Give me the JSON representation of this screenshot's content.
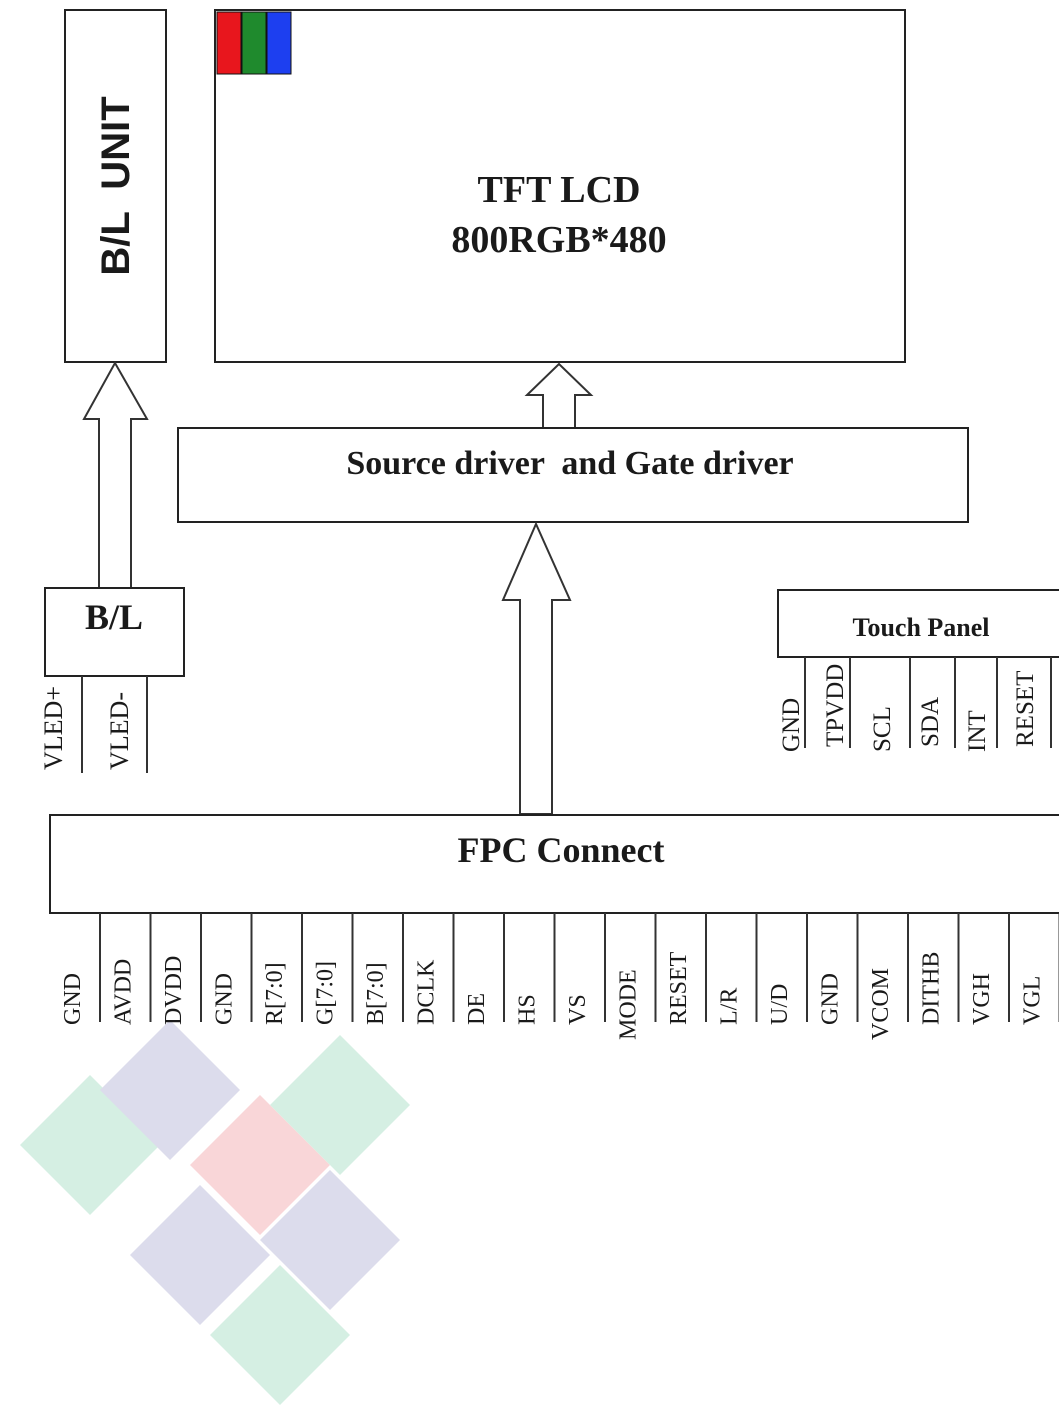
{
  "backlight_unit": {
    "label": "B/L  UNIT"
  },
  "lcd": {
    "title": "TFT LCD",
    "resolution": "800RGB*480"
  },
  "subpixels": [
    {
      "name": "red-subpixel",
      "color": "#e8161d"
    },
    {
      "name": "green-subpixel",
      "color": "#1f8a2d"
    },
    {
      "name": "blue-subpixel",
      "color": "#1d3ff0"
    }
  ],
  "driver": {
    "label": "Source driver  and Gate driver"
  },
  "backlight": {
    "label": "B/L",
    "pins": [
      "VLED+",
      "VLED-"
    ]
  },
  "touch_panel": {
    "label": "Touch Panel",
    "pins": [
      "GND",
      "TPVDD",
      "SCL",
      "SDA",
      "INT",
      "RESET"
    ]
  },
  "fpc": {
    "label": "FPC Connect",
    "pins": [
      "GND",
      "AVDD",
      "DVDD",
      "GND",
      "R[7:0]",
      "G[7:0]",
      "B[7:0]",
      "DCLK",
      "DE",
      "HS",
      "VS",
      "MODE",
      "RESET",
      "L/R",
      "U/D",
      "GND",
      "VCOM",
      "DITHB",
      "VGH",
      "VGL"
    ]
  },
  "watermark_colors": [
    "#d5efe3",
    "#dcdcec",
    "#f9d6d8"
  ]
}
